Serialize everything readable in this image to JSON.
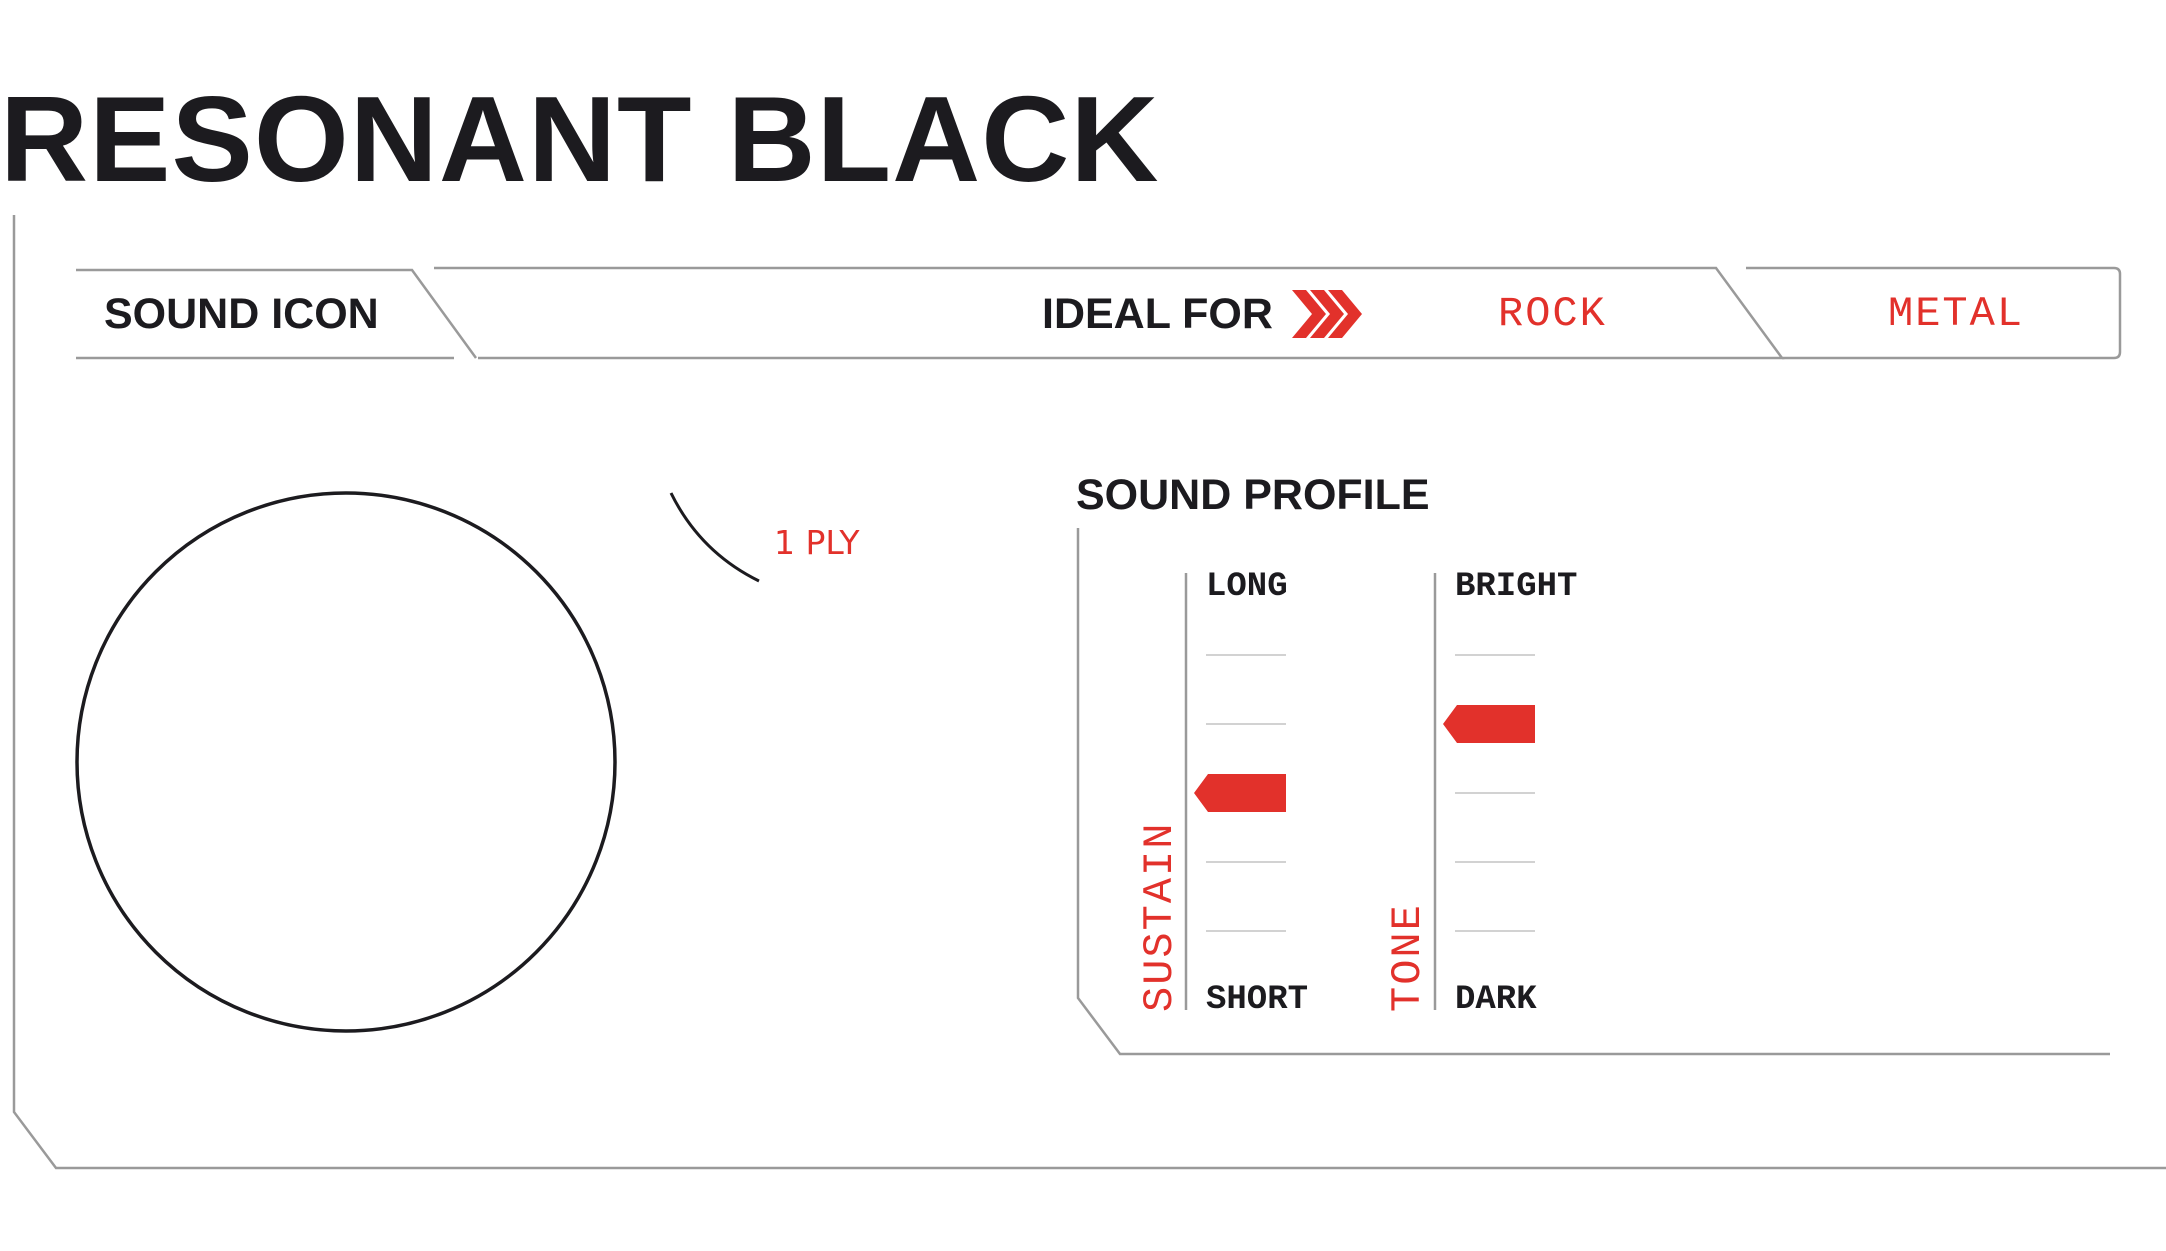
{
  "title": "RESONANT BLACK",
  "header": {
    "sound_icon_label": "SOUND ICON",
    "ideal_for_label": "IDEAL FOR",
    "genres": [
      "ROCK",
      "METAL"
    ]
  },
  "ply_label": "1 PLY",
  "sound_profile": {
    "title": "SOUND PROFILE",
    "meters": [
      {
        "name": "SUSTAIN",
        "top_label": "LONG",
        "bottom_label": "SHORT",
        "level": 0.4
      },
      {
        "name": "TONE",
        "top_label": "BRIGHT",
        "bottom_label": "DARK",
        "level": 0.6
      }
    ]
  },
  "colors": {
    "accent": "#e2312b",
    "ink": "#1c1b1f",
    "frame": "#9a9a9a",
    "tick": "#c4c4c4"
  },
  "icons": {
    "ideal_for_arrow": "triple-chevron-right-icon",
    "meter_marker": "pointer-flag-icon"
  }
}
